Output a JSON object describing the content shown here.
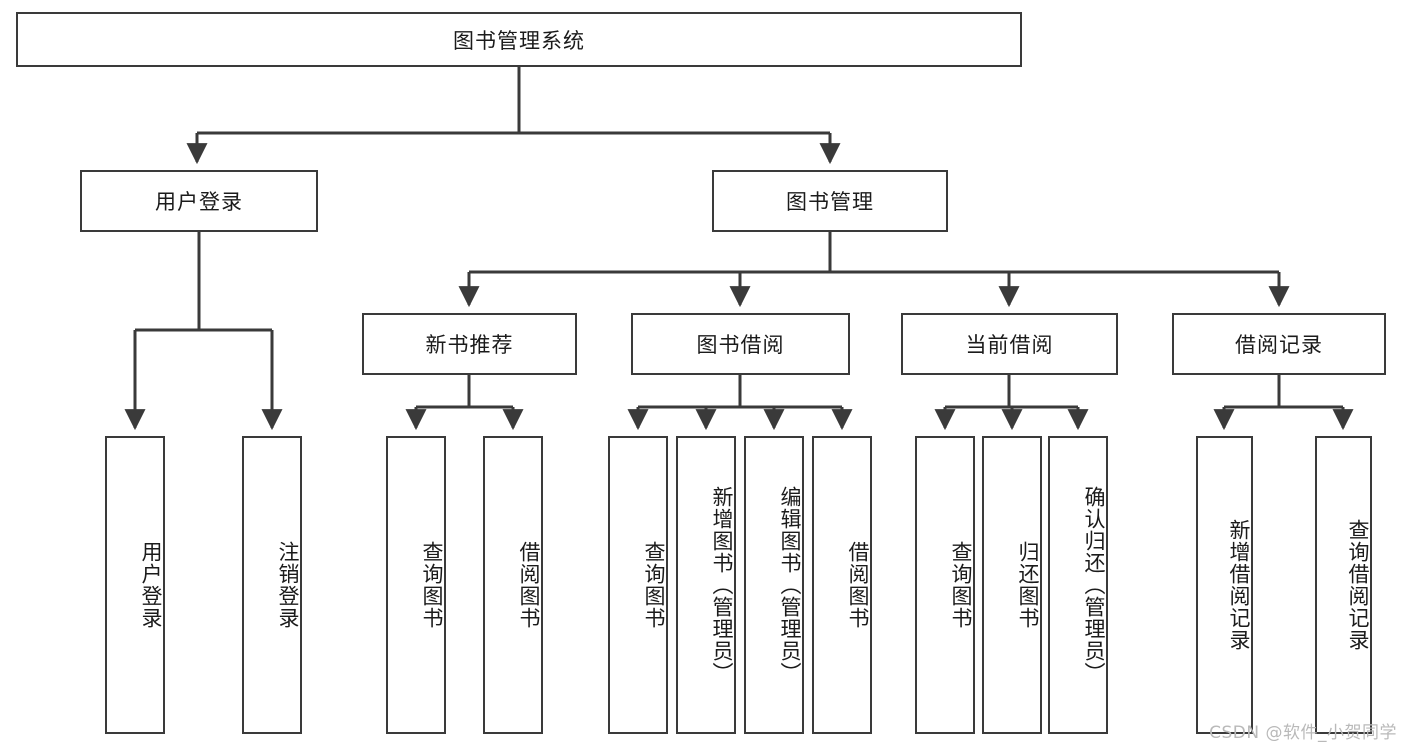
{
  "diagram": {
    "title": "图书管理系统",
    "type": "tree-hierarchy",
    "colors": {
      "box_border": "#3a3a3a",
      "box_fill": "#ffffff",
      "edge": "#3a3a3a",
      "text": "#1b1b1b",
      "watermark": "#b9b9b9"
    },
    "root": {
      "label": "图书管理系统"
    },
    "level2": [
      {
        "label": "用户登录"
      },
      {
        "label": "图书管理"
      }
    ],
    "level3": [
      {
        "label": "新书推荐"
      },
      {
        "label": "图书借阅"
      },
      {
        "label": "当前借阅"
      },
      {
        "label": "借阅记录"
      }
    ],
    "leaves": {
      "user_login": [
        {
          "label": "用户登录"
        },
        {
          "label": "注销登录"
        }
      ],
      "new_book_recommend": [
        {
          "label": "查询图书"
        },
        {
          "label": "借阅图书"
        }
      ],
      "book_borrow": [
        {
          "label": "查询图书"
        },
        {
          "label": "新增图书（管理员）"
        },
        {
          "label": "编辑图书（管理员）"
        },
        {
          "label": "借阅图书"
        }
      ],
      "current_borrow": [
        {
          "label": "查询图书"
        },
        {
          "label": "归还图书"
        },
        {
          "label": "确认归还（管理员）"
        }
      ],
      "borrow_records": [
        {
          "label": "新增借阅记录"
        },
        {
          "label": "查询借阅记录"
        }
      ]
    }
  },
  "watermark": {
    "text": "CSDN @软件_小贺同学"
  }
}
